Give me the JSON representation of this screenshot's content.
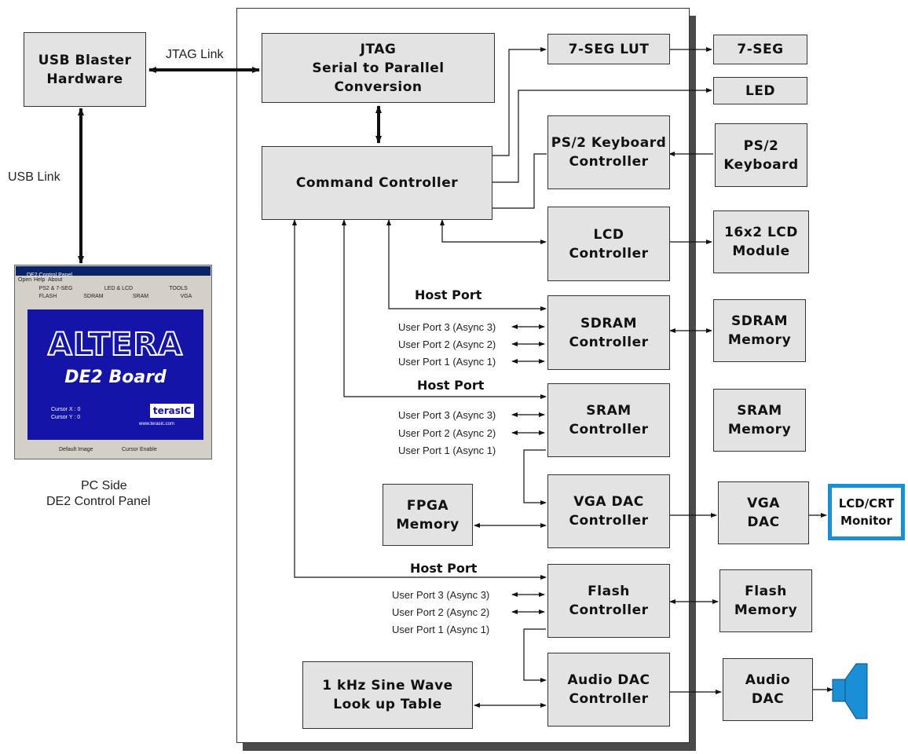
{
  "blocks": {
    "usb_blaster": "USB Blaster\nHardware",
    "jtag": "JTAG\nSerial  to Parallel\nConversion",
    "command_controller": "Command Controller",
    "seg_lut": "7-SEG LUT",
    "seg": "7-SEG",
    "led": "LED",
    "ps2_controller": "PS/2 Keyboard\nController",
    "ps2_keyboard": "PS/2\nKeyboard",
    "lcd_controller": "LCD\nController",
    "lcd_module": "16x2 LCD\nModule",
    "sdram_controller": "SDRAM\nController",
    "sdram_memory": "SDRAM\nMemory",
    "sram_controller": "SRAM\nController",
    "sram_memory": "SRAM\nMemory",
    "fpga_memory": "FPGA\nMemory",
    "vga_controller": "VGA DAC\nController",
    "vga_dac": "VGA\nDAC",
    "monitor": "LCD/CRT\nMonitor",
    "flash_controller": "Flash\nController",
    "flash_memory": "Flash\nMemory",
    "sine_table": "1 kHz Sine Wave\nLook up Table",
    "audio_controller": "Audio DAC\nController",
    "audio_dac": "Audio\nDAC"
  },
  "links": {
    "jtag": "JTAG Link",
    "usb": "USB Link"
  },
  "host_port": "Host Port",
  "ports": {
    "sdram": [
      "User Port 3 (Async 3)",
      "User Port 2 (Async 2)",
      "User Port 1 (Async 1)"
    ],
    "sram": [
      "User Port 3 (Async 3)",
      "User Port 2 (Async 2)",
      "User Port 1 (Async 1)"
    ],
    "flash": [
      "User Port 3 (Async 3)",
      "User Port 2 (Async 2)",
      "User Port 1 (Async 1)"
    ]
  },
  "pc_side": {
    "line1": "PC Side",
    "line2": "DE2 Control Panel"
  },
  "control_panel": {
    "title": "DE2 Control Panel",
    "menu": [
      "Open",
      "Help",
      "About"
    ],
    "tabs_row1": [
      "PS2 & 7-SEG",
      "LED & LCD",
      "TOOLS"
    ],
    "tabs_row2": [
      "FLASH",
      "SDRAM",
      "SRAM",
      "VGA"
    ],
    "logo": "ALTERA",
    "board": "DE2 Board",
    "cursor_x": "Cursor X :  0",
    "cursor_y": "Cursor Y :  0",
    "brand": "terasIC",
    "url": "www.terasic.com",
    "check_default": "Default Image",
    "check_cursor": "Cursor Enable"
  },
  "colors": {
    "block_fill": "#e3e3e3",
    "monitor_border": "#1a8fd6",
    "speaker": "#1a8fd6",
    "panel_blue": "#1414a8"
  }
}
